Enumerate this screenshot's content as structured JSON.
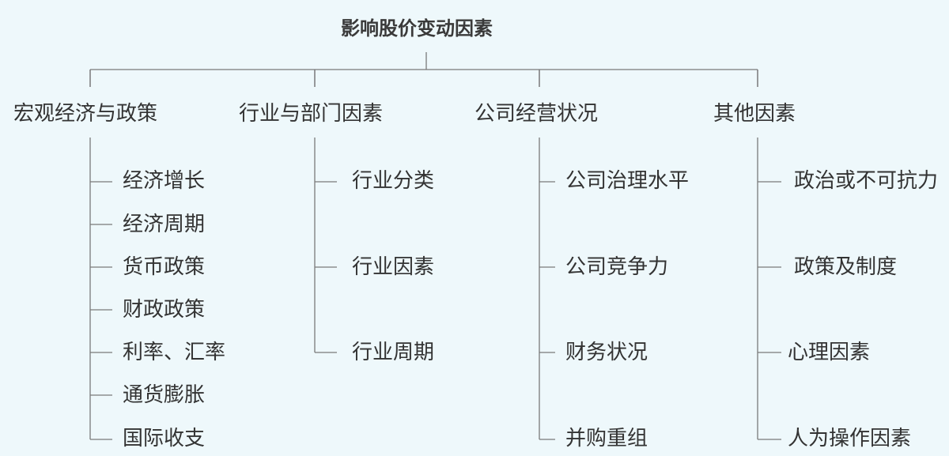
{
  "diagram": {
    "root": "影响股价变动因素",
    "categories": [
      {
        "label": "宏观经济与政策",
        "items": [
          "经济增长",
          "经济周期",
          "货币政策",
          "财政政策",
          "利率、汇率",
          "通货膨胀",
          "国际收支"
        ]
      },
      {
        "label": "行业与部门因素",
        "items": [
          "行业分类",
          "行业因素",
          "行业周期"
        ]
      },
      {
        "label": "公司经营状况",
        "items": [
          "公司治理水平",
          "公司竞争力",
          "财务状况",
          "并购重组"
        ]
      },
      {
        "label": "其他因素",
        "items": [
          "政治或不可抗力",
          "政策及制度",
          "心理因素",
          "人为操作因素"
        ]
      }
    ]
  }
}
